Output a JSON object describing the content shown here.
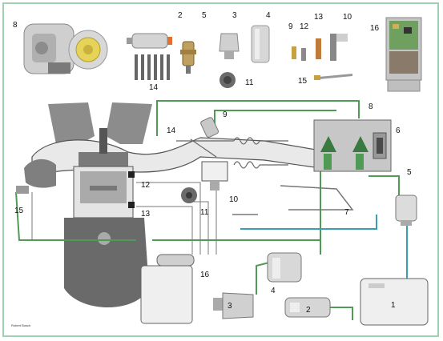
{
  "labels": {
    "top": [
      "8",
      "2",
      "5",
      "3",
      "4",
      "9",
      "12",
      "13",
      "10",
      "16",
      "14",
      "11",
      "15"
    ],
    "main": [
      "9",
      "14",
      "8",
      "6",
      "5",
      "12",
      "15",
      "13",
      "10",
      "11",
      "7",
      "16",
      "4",
      "3",
      "2",
      "1"
    ]
  },
  "credit": "Robert Bosch",
  "colors": {
    "border": "#9fd0b0",
    "fuel_line": "#4f9a55",
    "fuel_line_dark": "#2f6b37",
    "water_line": "#3aa0b0",
    "engine_body": "#6a6a6a",
    "engine_light": "#9a9a9a",
    "component_silver": "#c9c9c9",
    "pcb_green": "#6fa060"
  },
  "icons": [
    "throttle-body-icon",
    "fuel-pump-icon",
    "fuel-filter-icon",
    "fuel-injector-icon",
    "pressure-regulator-icon",
    "ecu-board-icon",
    "sensor-icon",
    "fuel-tank-icon",
    "canister-icon"
  ]
}
